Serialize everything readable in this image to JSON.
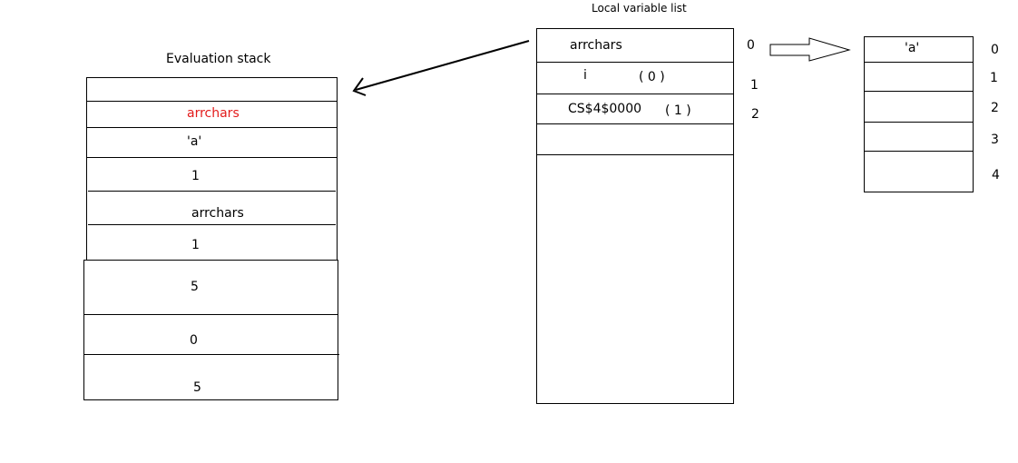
{
  "evaluation_stack": {
    "title": "Evaluation stack",
    "highlight_color": "#e31b1b",
    "cells": [
      "",
      "arrchars",
      "'a'",
      "1",
      "arrchars",
      "1",
      "5",
      "0",
      "5"
    ]
  },
  "local_variable_list": {
    "title": "Local variable list",
    "rows": [
      {
        "name": "arrchars",
        "value": "",
        "index": "0"
      },
      {
        "name": "i",
        "value": "( 0 )",
        "index": "1"
      },
      {
        "name": "CS$4$0000",
        "value": "( 1 )",
        "index": "2"
      }
    ]
  },
  "array": {
    "cells": [
      "'a'",
      "",
      "",
      "",
      ""
    ],
    "indices": [
      "0",
      "1",
      "2",
      "3",
      "4"
    ]
  }
}
